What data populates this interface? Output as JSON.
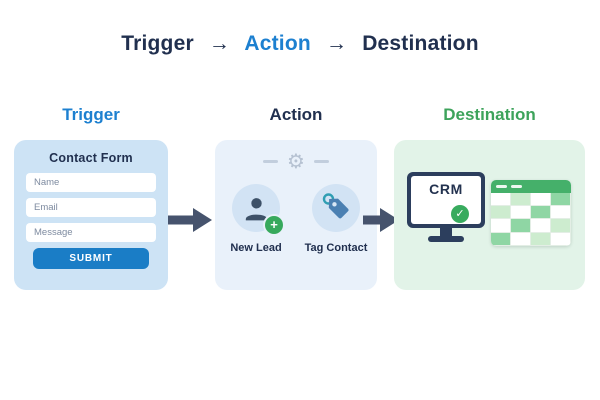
{
  "title": {
    "trigger": "Trigger",
    "arrow1": "→",
    "action": "Action",
    "arrow2": "→",
    "destination": "Destination"
  },
  "trigger": {
    "heading": "Trigger",
    "form": {
      "title": "Contact Form",
      "fields": [
        "Name",
        "Email",
        "Message"
      ],
      "submit": "SUBMIT"
    }
  },
  "action": {
    "heading": "Action",
    "steps": [
      {
        "label": "New Lead",
        "icon": "person-plus-icon"
      },
      {
        "label": "Tag Contact",
        "icon": "tags-icon"
      }
    ]
  },
  "destination": {
    "heading": "Destination",
    "monitor_label": "CRM"
  },
  "icons": {
    "gear": "⚙",
    "plus": "+",
    "check": "✓"
  },
  "colors": {
    "navy": "#21304f",
    "accent_blue": "#1d80d0",
    "accent_green": "#3da35b",
    "trigger_card_bg": "#cde3f5",
    "action_card_bg": "#e9f1fa",
    "destination_card_bg": "#e2f3e8",
    "arrow": "#46536d",
    "submit_button": "#1a7dc6",
    "sheet_header_green": "#45b06a"
  }
}
